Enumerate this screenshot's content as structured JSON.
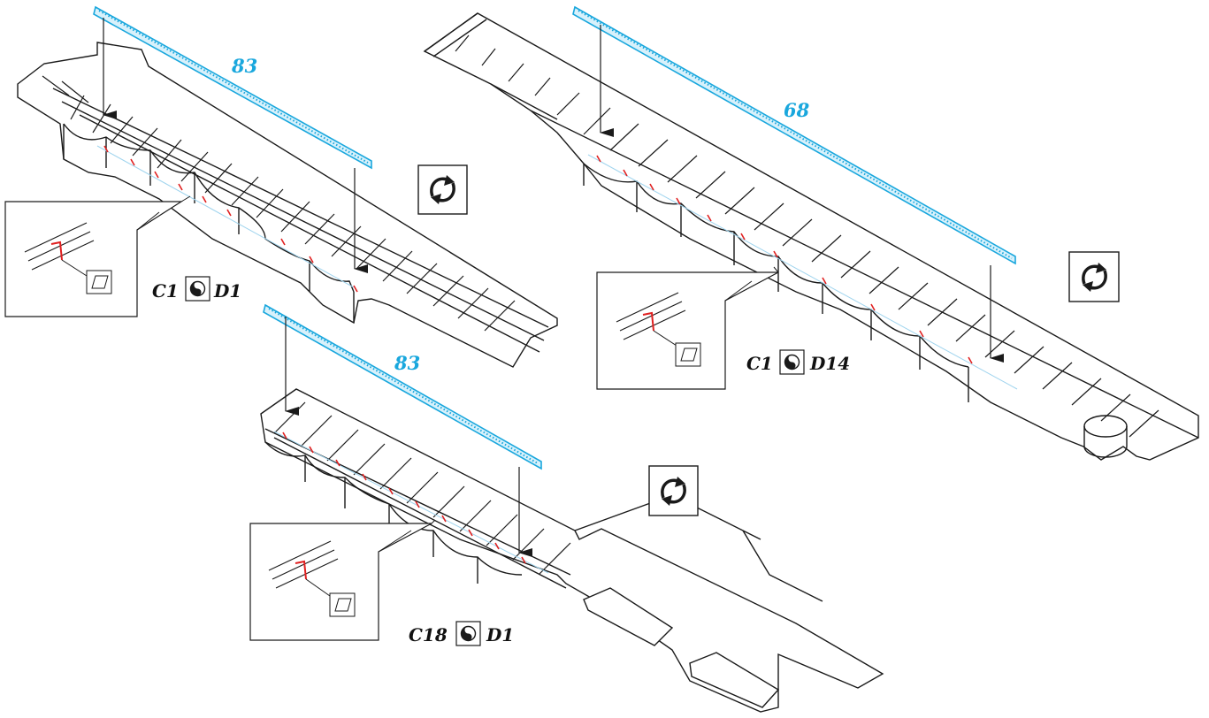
{
  "colors": {
    "photo_etch": "#19a7dd",
    "ink": "#1a1a1a",
    "cut_mark": "#e02020",
    "center_line": "#9fd4ee"
  },
  "steps": [
    {
      "part_count": "83",
      "ref_left": "C1",
      "ref_right": "D1",
      "rotate_icon": "rotate-arrows-icon",
      "detail_icon": "sand-paper-icon"
    },
    {
      "part_count": "68",
      "ref_left": "C1",
      "ref_right": "D14",
      "rotate_icon": "rotate-arrows-icon",
      "detail_icon": "sand-paper-icon"
    },
    {
      "part_count": "83",
      "ref_left": "C18",
      "ref_right": "D1",
      "rotate_icon": "rotate-arrows-icon",
      "detail_icon": "sand-paper-icon"
    }
  ]
}
